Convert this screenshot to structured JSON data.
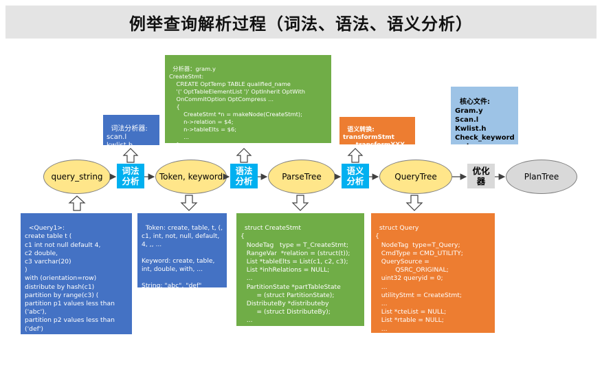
{
  "title": "例举查询解析过程（词法、语法、语义分析）",
  "nodes": {
    "query_string": "query_string",
    "token": "Token, keyword",
    "parsetree": "ParseTree",
    "querytree": "QueryTree",
    "plantree": "PlanTree"
  },
  "stages": {
    "lexical": "词法\n分析",
    "syntax": "语法\n分析",
    "semantic": "语义\n分析",
    "optimize": "优化\n器"
  },
  "boxes": {
    "lexer": "词法分析器:\nscan.l\nkwlist.h",
    "grammar": "分析器：gram.y\nCreateStmt:\n    CREATE OptTemp TABLE qualified_name\n    '(' OptTableElementList ')' OptInherit OptWith\n    OnCommitOption OptCompress ...\n    {\n        CreateStmt *n = makeNode(CreateStmt);\n        n->relation = $4;\n        n->tableElts = $6;\n        ...\n    }",
    "semantic_convert": "语义转换:\ntransformStmt\n      transformXXX",
    "core_files": "核心文件:\nGram.y\nScan.l\nKwlist.h\nCheck_keyword\ns.pl",
    "query1": "<Query1>:\ncreate table t (\nc1 int not null default 4,\nc2 double,\nc3 varchar(20)\n)\nwith (orientation=row)\ndistribute by hash(c1)\npartition by range(c3) (\npartition p1 values less than\n('abc'),\npartition p2 values less than\n('def')\n);",
    "token_info": "Token: create, table, t, (,\nc1, int, not, null, default,\n4, ,, ...\n\nKeyword: create, table,\nint, double, with, ...\n\nString: \"abc\", \"def\"",
    "create_stmt": "struct CreateStmt\n{\n   NodeTag   type = T_CreateStmt;\n   RangeVar  *relation = (struct(t));\n   List *tableElts = List(c1, c2, c3);\n   List *inhRelations = NULL;\n   ...\n   PartitionState *partTableState\n        = (struct PartitionState);\n   DistributeBy *distributeby\n        = (struct DistributeBy);\n   ...\n}",
    "query_struct": "struct Query\n{\n   NodeTag  type=T_Query;\n   CmdType = CMD_UTILITY;\n   QuerySource =\n          QSRC_ORIGINAL;\n   uint32 queryid = 0;\n   ...\n   utilityStmt = CreateStmt;\n   ...\n   List *cteList = NULL;\n   List *rtable = NULL;\n   ...\n}"
  },
  "colors": {
    "blue": "#4472c4",
    "green": "#70ad47",
    "orange": "#ed7d31",
    "light_blue": "#9dc3e6",
    "node_yellow": "#ffe68a",
    "stage_cyan": "#00b0f0"
  }
}
